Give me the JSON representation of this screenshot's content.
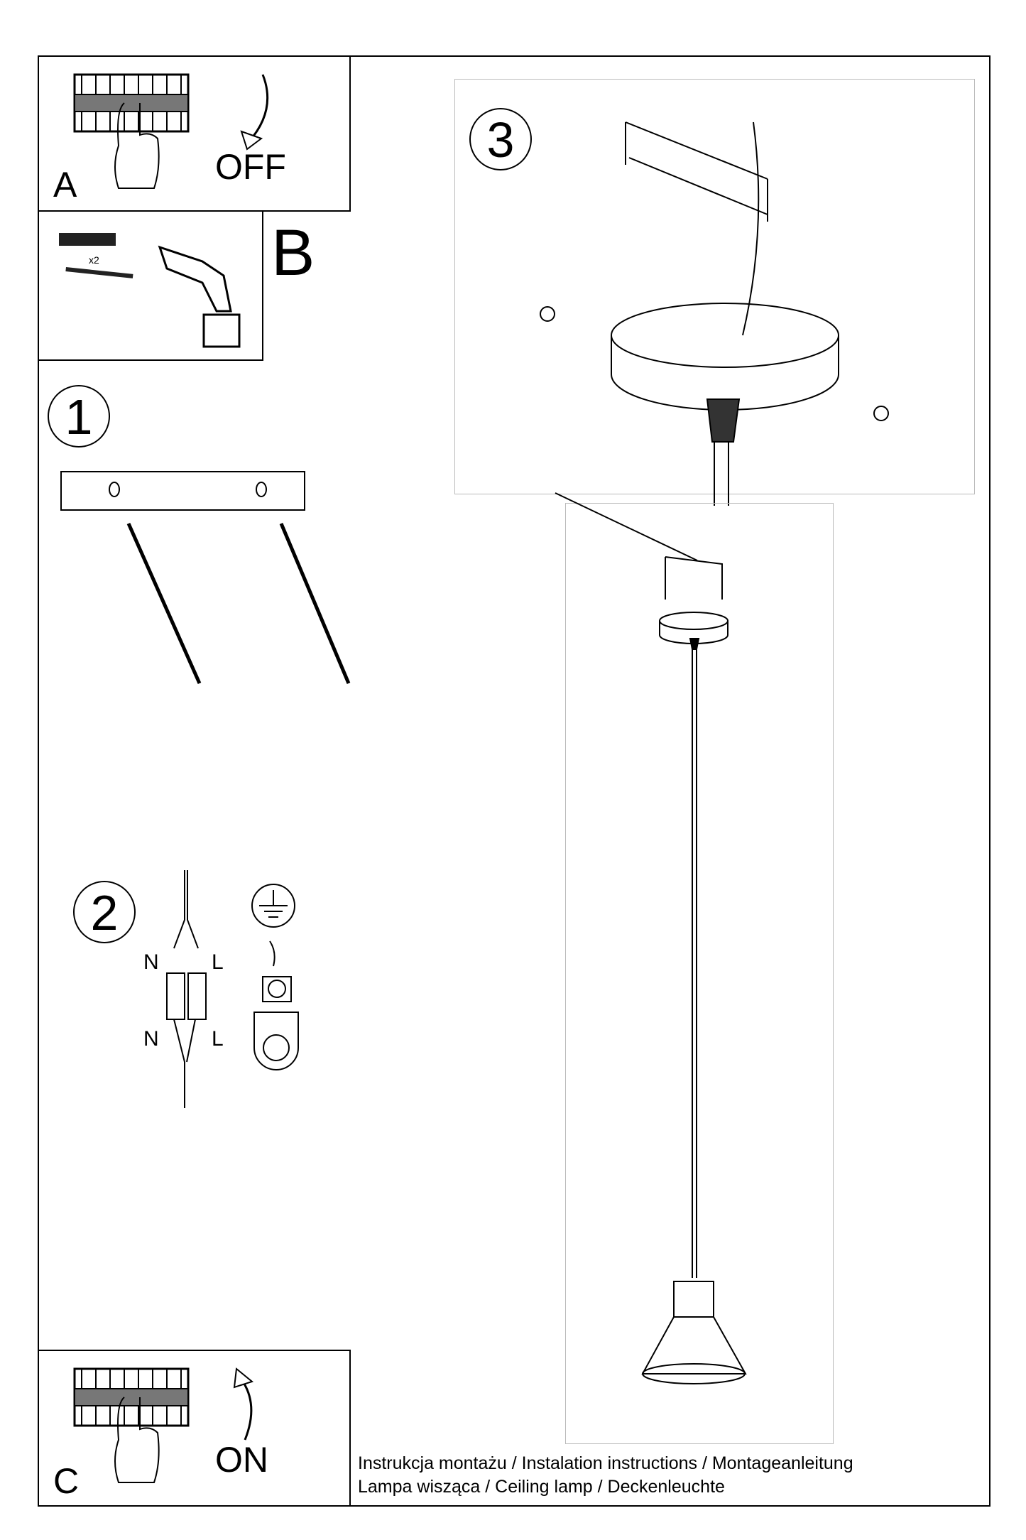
{
  "panel_a": {
    "letter": "A",
    "state": "OFF"
  },
  "panel_b": {
    "letter": "B",
    "quantity": "x2"
  },
  "panel_c": {
    "letter": "C",
    "state": "ON"
  },
  "steps": {
    "one": "1",
    "two": "2",
    "three": "3"
  },
  "wiring": {
    "n_top": "N",
    "l_top": "L",
    "n_bottom": "N",
    "l_bottom": "L"
  },
  "caption": {
    "line1": "Instrukcja montażu / Instalation instructions / Montageanleitung",
    "line2": "Lampa wisząca / Ceiling lamp / Deckenleuchte"
  }
}
